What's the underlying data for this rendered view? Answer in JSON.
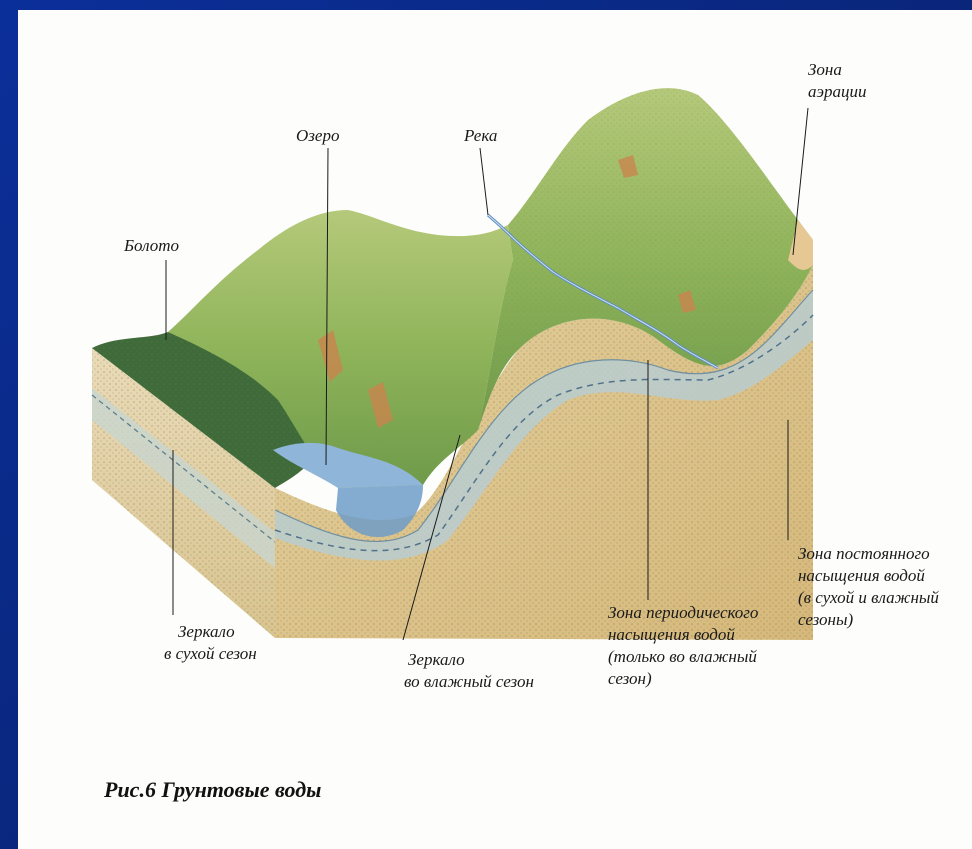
{
  "labels": {
    "swamp": "Болото",
    "lake": "Озеро",
    "river": "Река",
    "aeration_line1": "Зона",
    "aeration_line2": "аэрации",
    "dry_mirror_line1": "Зеркало",
    "dry_mirror_line2": "в сухой сезон",
    "wet_mirror_line1": "Зеркало",
    "wet_mirror_line2": "во влажный сезон",
    "periodic_line1": "Зона периодического",
    "periodic_line2": "насыщения водой",
    "periodic_line3": "(только во влажный",
    "periodic_line4": "сезон)",
    "permanent_line1": "Зона постоянного",
    "permanent_line2": "насыщения водой",
    "permanent_line3": "(в сухой и влажный",
    "permanent_line4": "сезоны)"
  },
  "caption": "Рис.6 Грунтовые воды",
  "colors": {
    "slide_blue": "#0b2f9a",
    "grass": "#9cbf5a",
    "forest": "#3f6b3a",
    "water": "#8fb6d8",
    "aeration_soil": "#e6c894",
    "saturated_soil": "#bfd0c6",
    "deep_soil": "#d8c9a0"
  }
}
